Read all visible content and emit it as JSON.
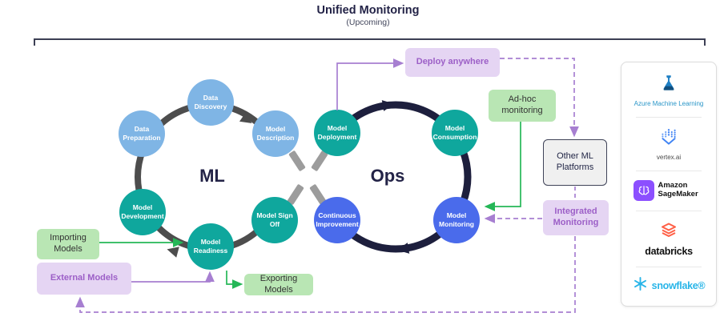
{
  "title": {
    "main": "Unified Monitoring",
    "sub": "(Upcoming)"
  },
  "cycles": {
    "ml": "ML",
    "ops": "Ops"
  },
  "nodes": [
    {
      "label": "Data Discovery"
    },
    {
      "label": "Data Preparation"
    },
    {
      "label": "Model Description"
    },
    {
      "label": "Model Development"
    },
    {
      "label": "Model Sign Off"
    },
    {
      "label": "Model Readiness"
    },
    {
      "label": "Model Deployment"
    },
    {
      "label": "Model Consumption"
    },
    {
      "label": "Continuous Improvement"
    },
    {
      "label": "Model Monitoring"
    }
  ],
  "boxes": {
    "deploy_anywhere": "Deploy anywhere",
    "adhoc_monitoring": "Ad-hoc monitoring",
    "other_ml_platforms": "Other ML Platforms",
    "integrated_monitoring": "Integrated Monitoring",
    "importing_models": "Importing Models",
    "external_models": "External Models",
    "exporting_models": "Exporting Models"
  },
  "platforms": [
    {
      "name": "Azure Machine Learning",
      "icon": "azure-ml-flask-icon"
    },
    {
      "name": "vertex.ai",
      "icon": "vertex-ai-icon"
    },
    {
      "name": "Amazon SageMaker",
      "icon": "sagemaker-icon"
    },
    {
      "name": "databricks",
      "icon": "databricks-icon"
    },
    {
      "name": "snowflake®",
      "icon": "snowflake-icon"
    }
  ],
  "colors": {
    "node_lightblue": "#7FB5E5",
    "node_teal": "#0FA79D",
    "node_blue": "#4A6BEB",
    "ring_left": "#4D4D4D",
    "ring_right": "#1D1F3D",
    "dash_gray": "#9C9C9C",
    "purple": "#A77FD1",
    "purple_box_bg": "#E5D5F3",
    "purple_text": "#9C5FC7",
    "green": "#25B757",
    "green_box_bg": "#B9E6B4",
    "title_navy": "#232347"
  }
}
